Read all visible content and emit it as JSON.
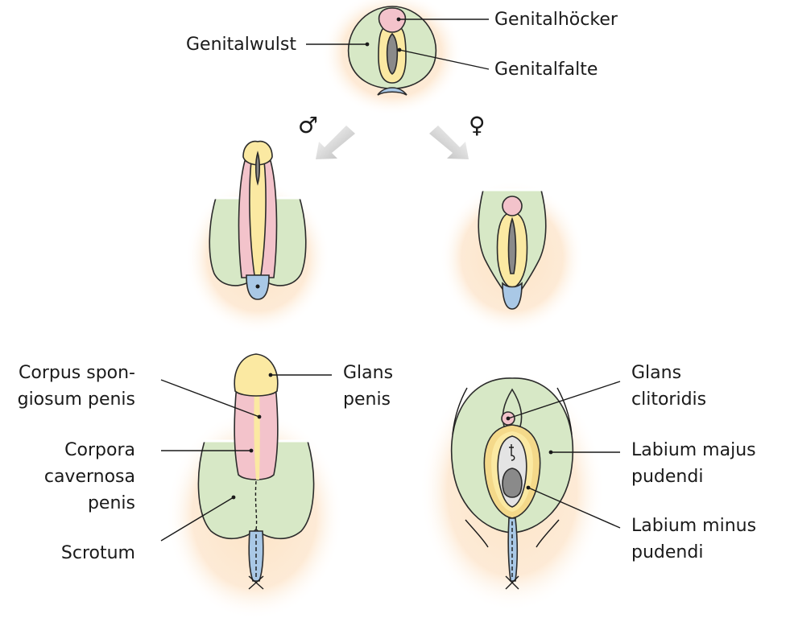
{
  "colors": {
    "glow": "#fde3c4",
    "genital_swelling": "#d7e8c6",
    "genital_tubercle": "#f3c3cb",
    "genital_fold": "#fbe9a2",
    "perineal": "#a9c8e6",
    "slit": "#8a8a8a",
    "arrow": "#bdbdbd"
  },
  "symbols": {
    "male": "♂",
    "female": "♀"
  },
  "labels": {
    "genitalwulst": "Genitalwulst",
    "genitalhoecker": "Genitalhöcker",
    "genitalfalte": "Genitalfalte",
    "corpus_spongiosum_1": "Corpus spon-",
    "corpus_spongiosum_2": "giosum penis",
    "corpora_cavernosa_1": "Corpora",
    "corpora_cavernosa_2": "cavernosa",
    "corpora_cavernosa_3": "penis",
    "scrotum": "Scrotum",
    "glans_penis_1": "Glans",
    "glans_penis_2": "penis",
    "glans_clitoridis_1": "Glans",
    "glans_clitoridis_2": "clitoridis",
    "labium_majus_1": "Labium majus",
    "labium_majus_2": "pudendi",
    "labium_minus_1": "Labium minus",
    "labium_minus_2": "pudendi"
  }
}
